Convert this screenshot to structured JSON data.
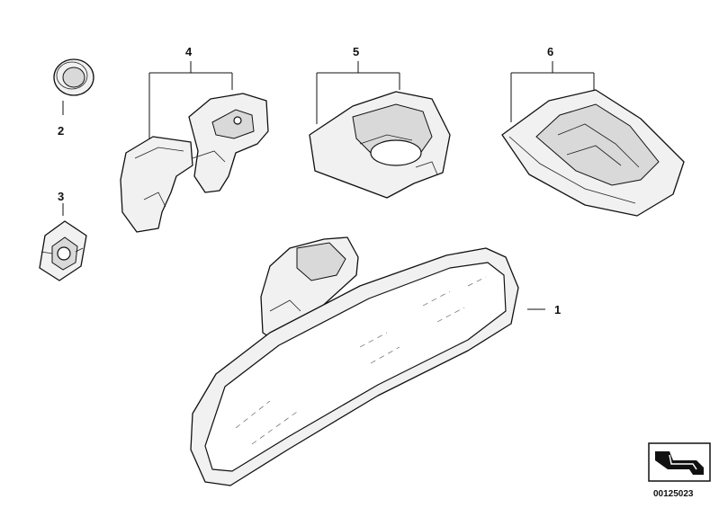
{
  "callouts": [
    {
      "id": "1",
      "label": "1"
    },
    {
      "id": "2",
      "label": "2"
    },
    {
      "id": "3",
      "label": "3"
    },
    {
      "id": "4",
      "label": "4"
    },
    {
      "id": "5",
      "label": "5"
    },
    {
      "id": "6",
      "label": "6"
    }
  ],
  "diagram_id": "00125023",
  "icons": {
    "badge": "catalog-symbol-icon"
  }
}
